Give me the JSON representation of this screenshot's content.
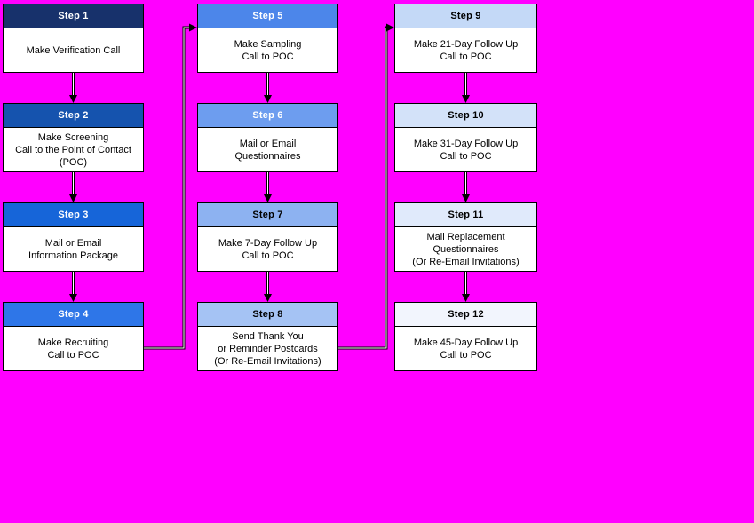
{
  "canvas": {
    "background_color": "#FF00FF",
    "box_body_color": "#FFFFFF",
    "border_color": "#000000"
  },
  "steps": [
    {
      "title": "Step 1",
      "body": "Make Verification Call",
      "header_bg": "#17316B",
      "header_fg": "#FFFFFF"
    },
    {
      "title": "Step 2",
      "body": "Make Screening\nCall to the Point of Contact\n(POC)",
      "header_bg": "#1553AE",
      "header_fg": "#FFFFFF"
    },
    {
      "title": "Step 3",
      "body": "Mail or Email\nInformation Package",
      "header_bg": "#1665D9",
      "header_fg": "#FFFFFF"
    },
    {
      "title": "Step 4",
      "body": "Make Recruiting\nCall to POC",
      "header_bg": "#2E76E8",
      "header_fg": "#FFFFFF"
    },
    {
      "title": "Step 5",
      "body": "Make Sampling\nCall to POC",
      "header_bg": "#4C86EA",
      "header_fg": "#FFFFFF"
    },
    {
      "title": "Step 6",
      "body": "Mail or Email\nQuestionnaires",
      "header_bg": "#6D9DEF",
      "header_fg": "#FFFFFF"
    },
    {
      "title": "Step 7",
      "body": "Make 7-Day Follow Up\nCall to POC",
      "header_bg": "#8DB2F1",
      "header_fg": "#000000"
    },
    {
      "title": "Step 8",
      "body": "Send Thank You\nor Reminder Postcards\n(Or Re-Email Invitations)",
      "header_bg": "#A5C3F4",
      "header_fg": "#000000"
    },
    {
      "title": "Step 9",
      "body": "Make 21-Day Follow Up\nCall to POC",
      "header_bg": "#C4D9F7",
      "header_fg": "#000000"
    },
    {
      "title": "Step 10",
      "body": "Make 31-Day Follow Up\nCall to POC",
      "header_bg": "#D3E2F9",
      "header_fg": "#000000"
    },
    {
      "title": "Step 11",
      "body": "Mail Replacement\nQuestionnaires\n(Or Re-Email Invitations)",
      "header_bg": "#E0EAFB",
      "header_fg": "#000000"
    },
    {
      "title": "Step 12",
      "body": "Make 45-Day Follow Up\nCall to POC",
      "header_bg": "#F2F5FD",
      "header_fg": "#000000"
    }
  ]
}
